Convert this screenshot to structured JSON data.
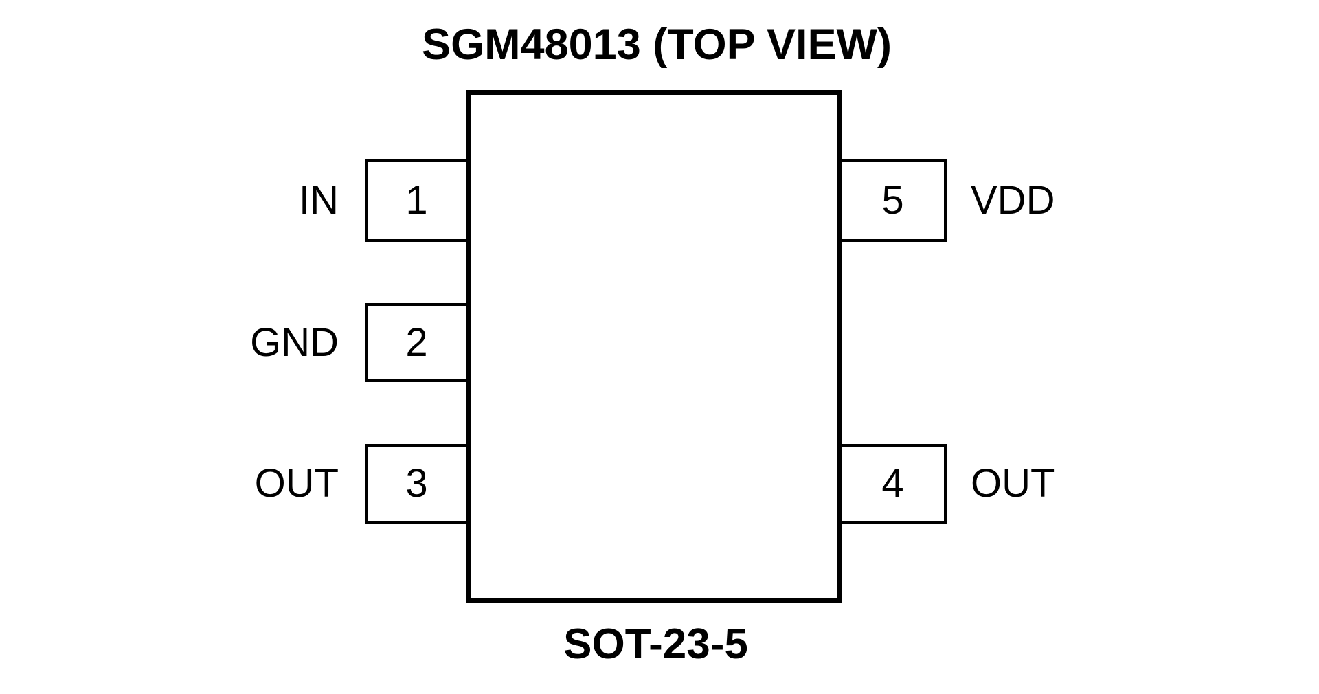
{
  "diagram": {
    "title": "SGM48013 (TOP VIEW)",
    "package": "SOT-23-5",
    "colors": {
      "line": "#000000",
      "background": "#ffffff",
      "text": "#000000"
    },
    "pins": [
      {
        "number": "1",
        "label": "IN",
        "side": "left"
      },
      {
        "number": "2",
        "label": "GND",
        "side": "left"
      },
      {
        "number": "3",
        "label": "OUT",
        "side": "left"
      },
      {
        "number": "4",
        "label": "OUT",
        "side": "right"
      },
      {
        "number": "5",
        "label": "VDD",
        "side": "right"
      }
    ]
  }
}
